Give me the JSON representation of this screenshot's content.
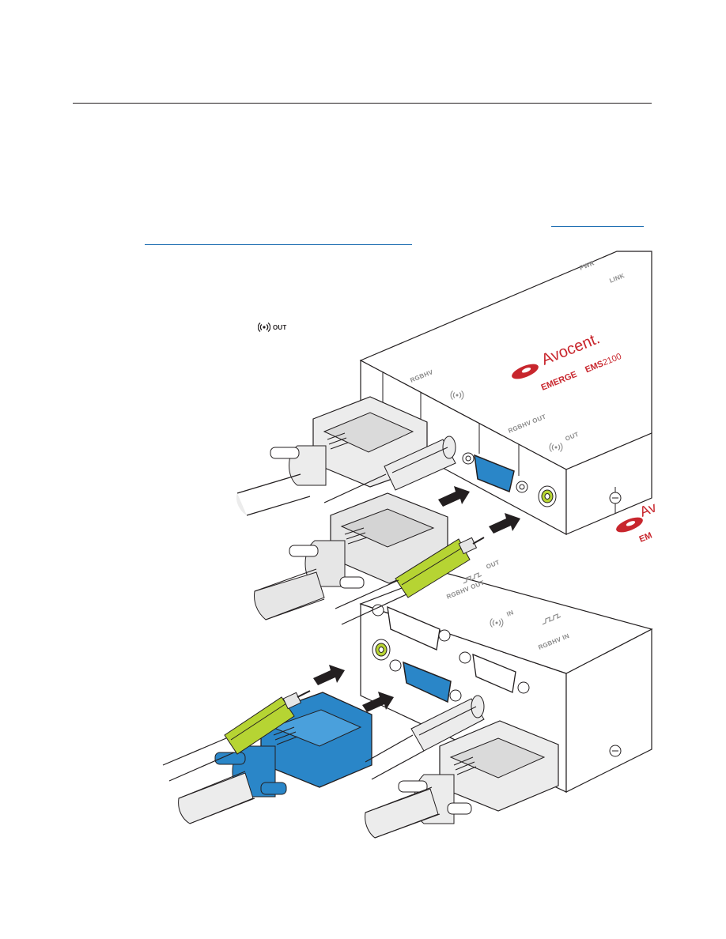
{
  "document": {
    "rule": true,
    "inline_icon_label": "OUT",
    "link_text": ""
  },
  "illustration": {
    "top_unit": {
      "brand": "Avocent.",
      "model_prefix": "EMERGE",
      "model_bold": "EMS",
      "model_number": "2100",
      "led_labels": [
        "PWR",
        "LINK"
      ],
      "port_labels": {
        "rgbhv": "RGBHV",
        "rgbhv_out": "RGBHV OUT",
        "audio_out": "OUT"
      }
    },
    "bottom_unit": {
      "port_labels": {
        "pulse_out": "OUT",
        "rgbhv_out": "RGBHV OUT",
        "audio_in": "IN",
        "rgbhv_in": "RGBHV IN"
      },
      "brand_partial": "Av",
      "model_partial": "EM"
    },
    "colors": {
      "vga_blue": "#2a86c8",
      "audio_green": "#b6d433",
      "brand_red": "#c8262d",
      "connector_grey": "#e6e6e6",
      "arrow": "#231f20"
    }
  }
}
